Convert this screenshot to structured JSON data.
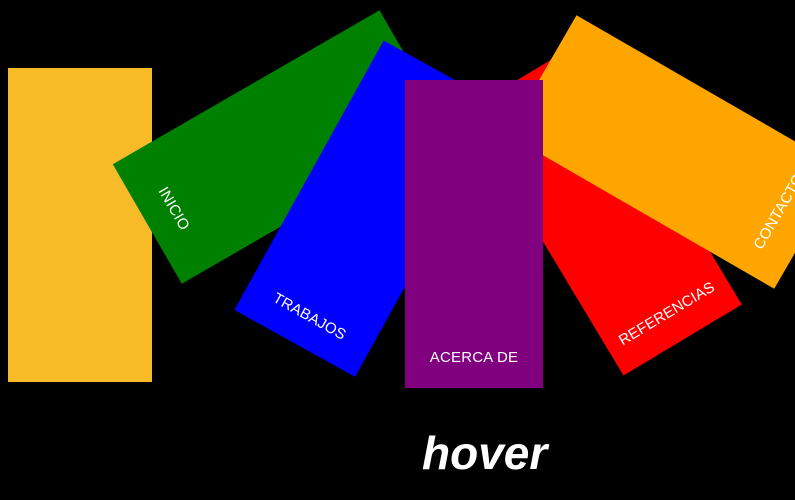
{
  "static_card": {
    "color": "#F7BB27"
  },
  "fan_cards": [
    {
      "id": "inicio",
      "label": "INICIO",
      "color": "#008000"
    },
    {
      "id": "trabajos",
      "label": "TRABAJOS",
      "color": "#0000FF"
    },
    {
      "id": "acerca",
      "label": "ACERCA DE",
      "color": "#800080"
    },
    {
      "id": "referencias",
      "label": "REFERENCIAS",
      "color": "#FF0000"
    },
    {
      "id": "contacto",
      "label": "CONTACTO",
      "color": "#FFA500"
    }
  ],
  "hover_caption": "hover",
  "colors": {
    "background": "#000000",
    "text": "#FFFFFF"
  }
}
